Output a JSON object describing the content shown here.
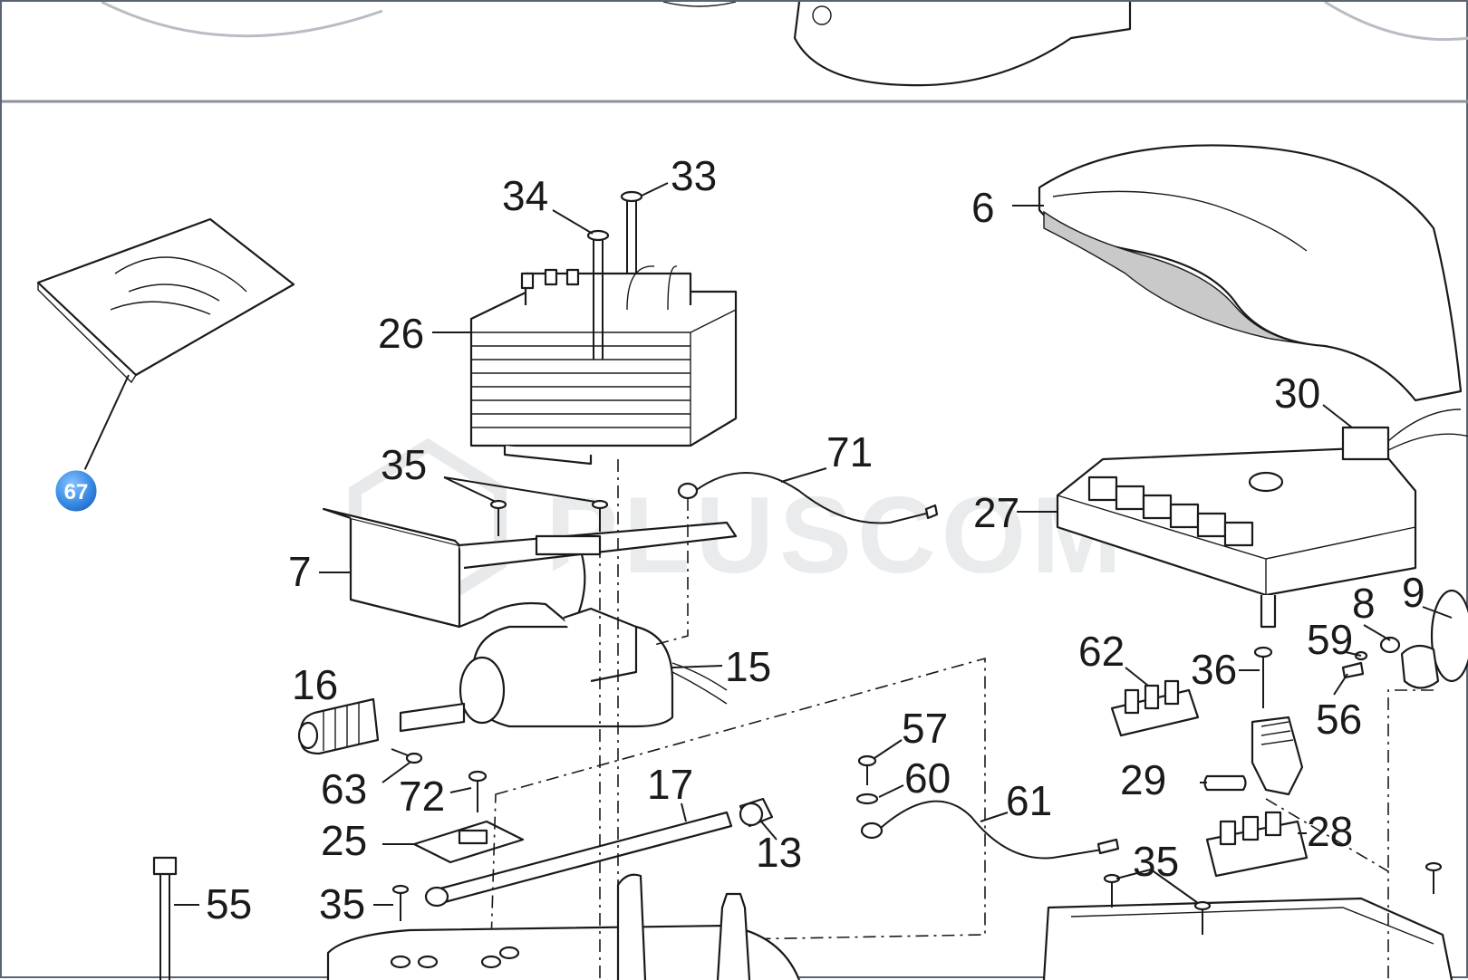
{
  "watermark": "PLUSCOM",
  "selected_part": "67",
  "colors": {
    "badge": "#3b8ee6",
    "line": "#1a1a1a",
    "divider": "#8a929b"
  },
  "labels": {
    "l34": "34",
    "l33": "33",
    "l6": "6",
    "l26": "26",
    "l30": "30",
    "l71": "71",
    "l35a": "35",
    "l27": "27",
    "l7": "7",
    "l15": "15",
    "l16": "16",
    "l8": "8",
    "l9": "9",
    "l62": "62",
    "l59": "59",
    "l36": "36",
    "l56": "56",
    "l57": "57",
    "l60": "60",
    "l63": "63",
    "l72": "72",
    "l17": "17",
    "l61": "61",
    "l29": "29",
    "l25": "25",
    "l13": "13",
    "l28": "28",
    "l35b": "35",
    "l55": "55",
    "l35c": "35"
  }
}
